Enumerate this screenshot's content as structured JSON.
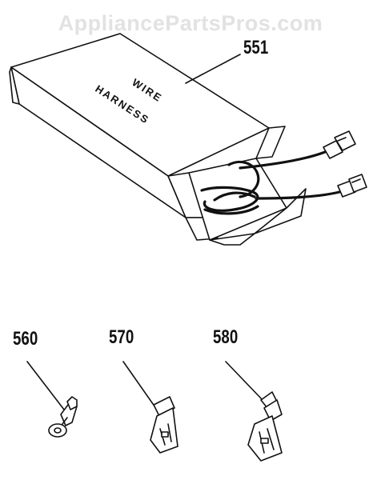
{
  "watermark": "AppliancePartsPros.com",
  "box": {
    "label_line1": "WIRE",
    "label_line2": "HARNESS"
  },
  "parts": [
    {
      "number": "551",
      "item": "wire-harness"
    },
    {
      "number": "560",
      "item": "ring-terminal"
    },
    {
      "number": "570",
      "item": "terminal"
    },
    {
      "number": "580",
      "item": "terminal"
    }
  ]
}
